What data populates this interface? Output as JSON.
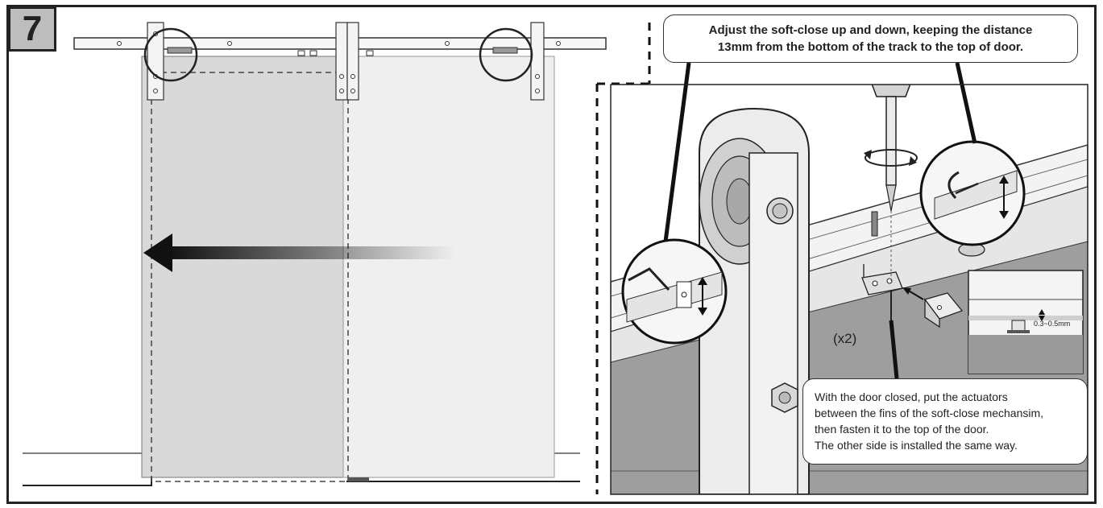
{
  "step": {
    "number": "7"
  },
  "callouts": {
    "top_line1": "Adjust the soft-close up and down, keeping the distance",
    "top_line2": "13mm from the bottom of the track to the top of door.",
    "bottom_line1": "With the door closed, put the actuators",
    "bottom_line2": "between the fins of the soft-close mechansim,",
    "bottom_line3": "then fasten it to the top of the door.",
    "bottom_line4": "The other side is installed the same way."
  },
  "quantity_label": "(x2)",
  "gap_label": "0.3~0.5mm",
  "icons": [
    "arrow-left-icon",
    "screwdriver-icon",
    "rotate-icon",
    "allen-key-icon",
    "bolt-icon"
  ],
  "colors": {
    "door_left": "#d9d9d9",
    "door_right": "#efefef",
    "floor_dark": "#9e9e9e",
    "line": "#222222"
  }
}
